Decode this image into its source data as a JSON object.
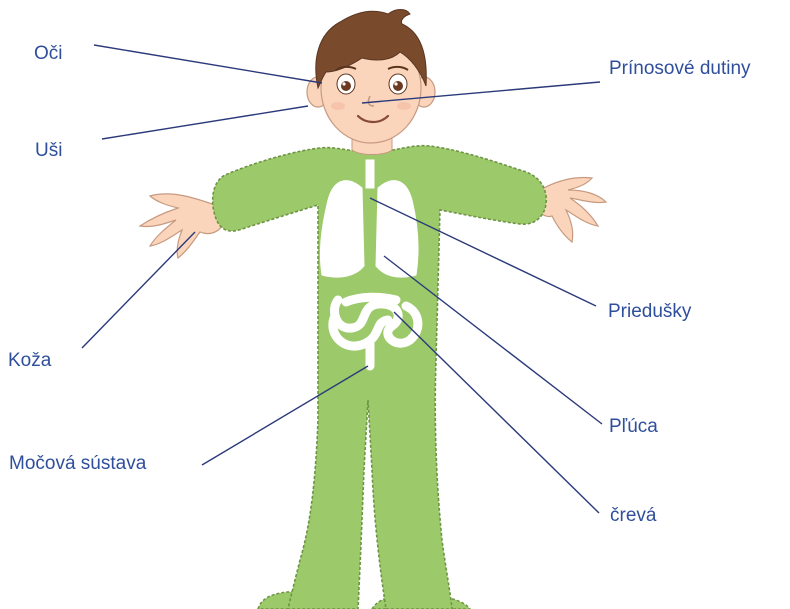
{
  "labels": {
    "eyes": "Oči",
    "ears": "Uši",
    "skin": "Koža",
    "urinary": "Močová sústava",
    "sinuses": "Prínosové dutiny",
    "bronchi": "Priedušky",
    "lungs": "Pľúca",
    "intestines": "črevá"
  },
  "colors": {
    "label_text": "#2f4f9c",
    "leader_line": "#2b3a7a",
    "suit": "#9cc96a",
    "suit_outline": "#6d9444",
    "skin": "#fad5bc",
    "hair": "#7a4a2c",
    "organs": "#ffffff"
  }
}
